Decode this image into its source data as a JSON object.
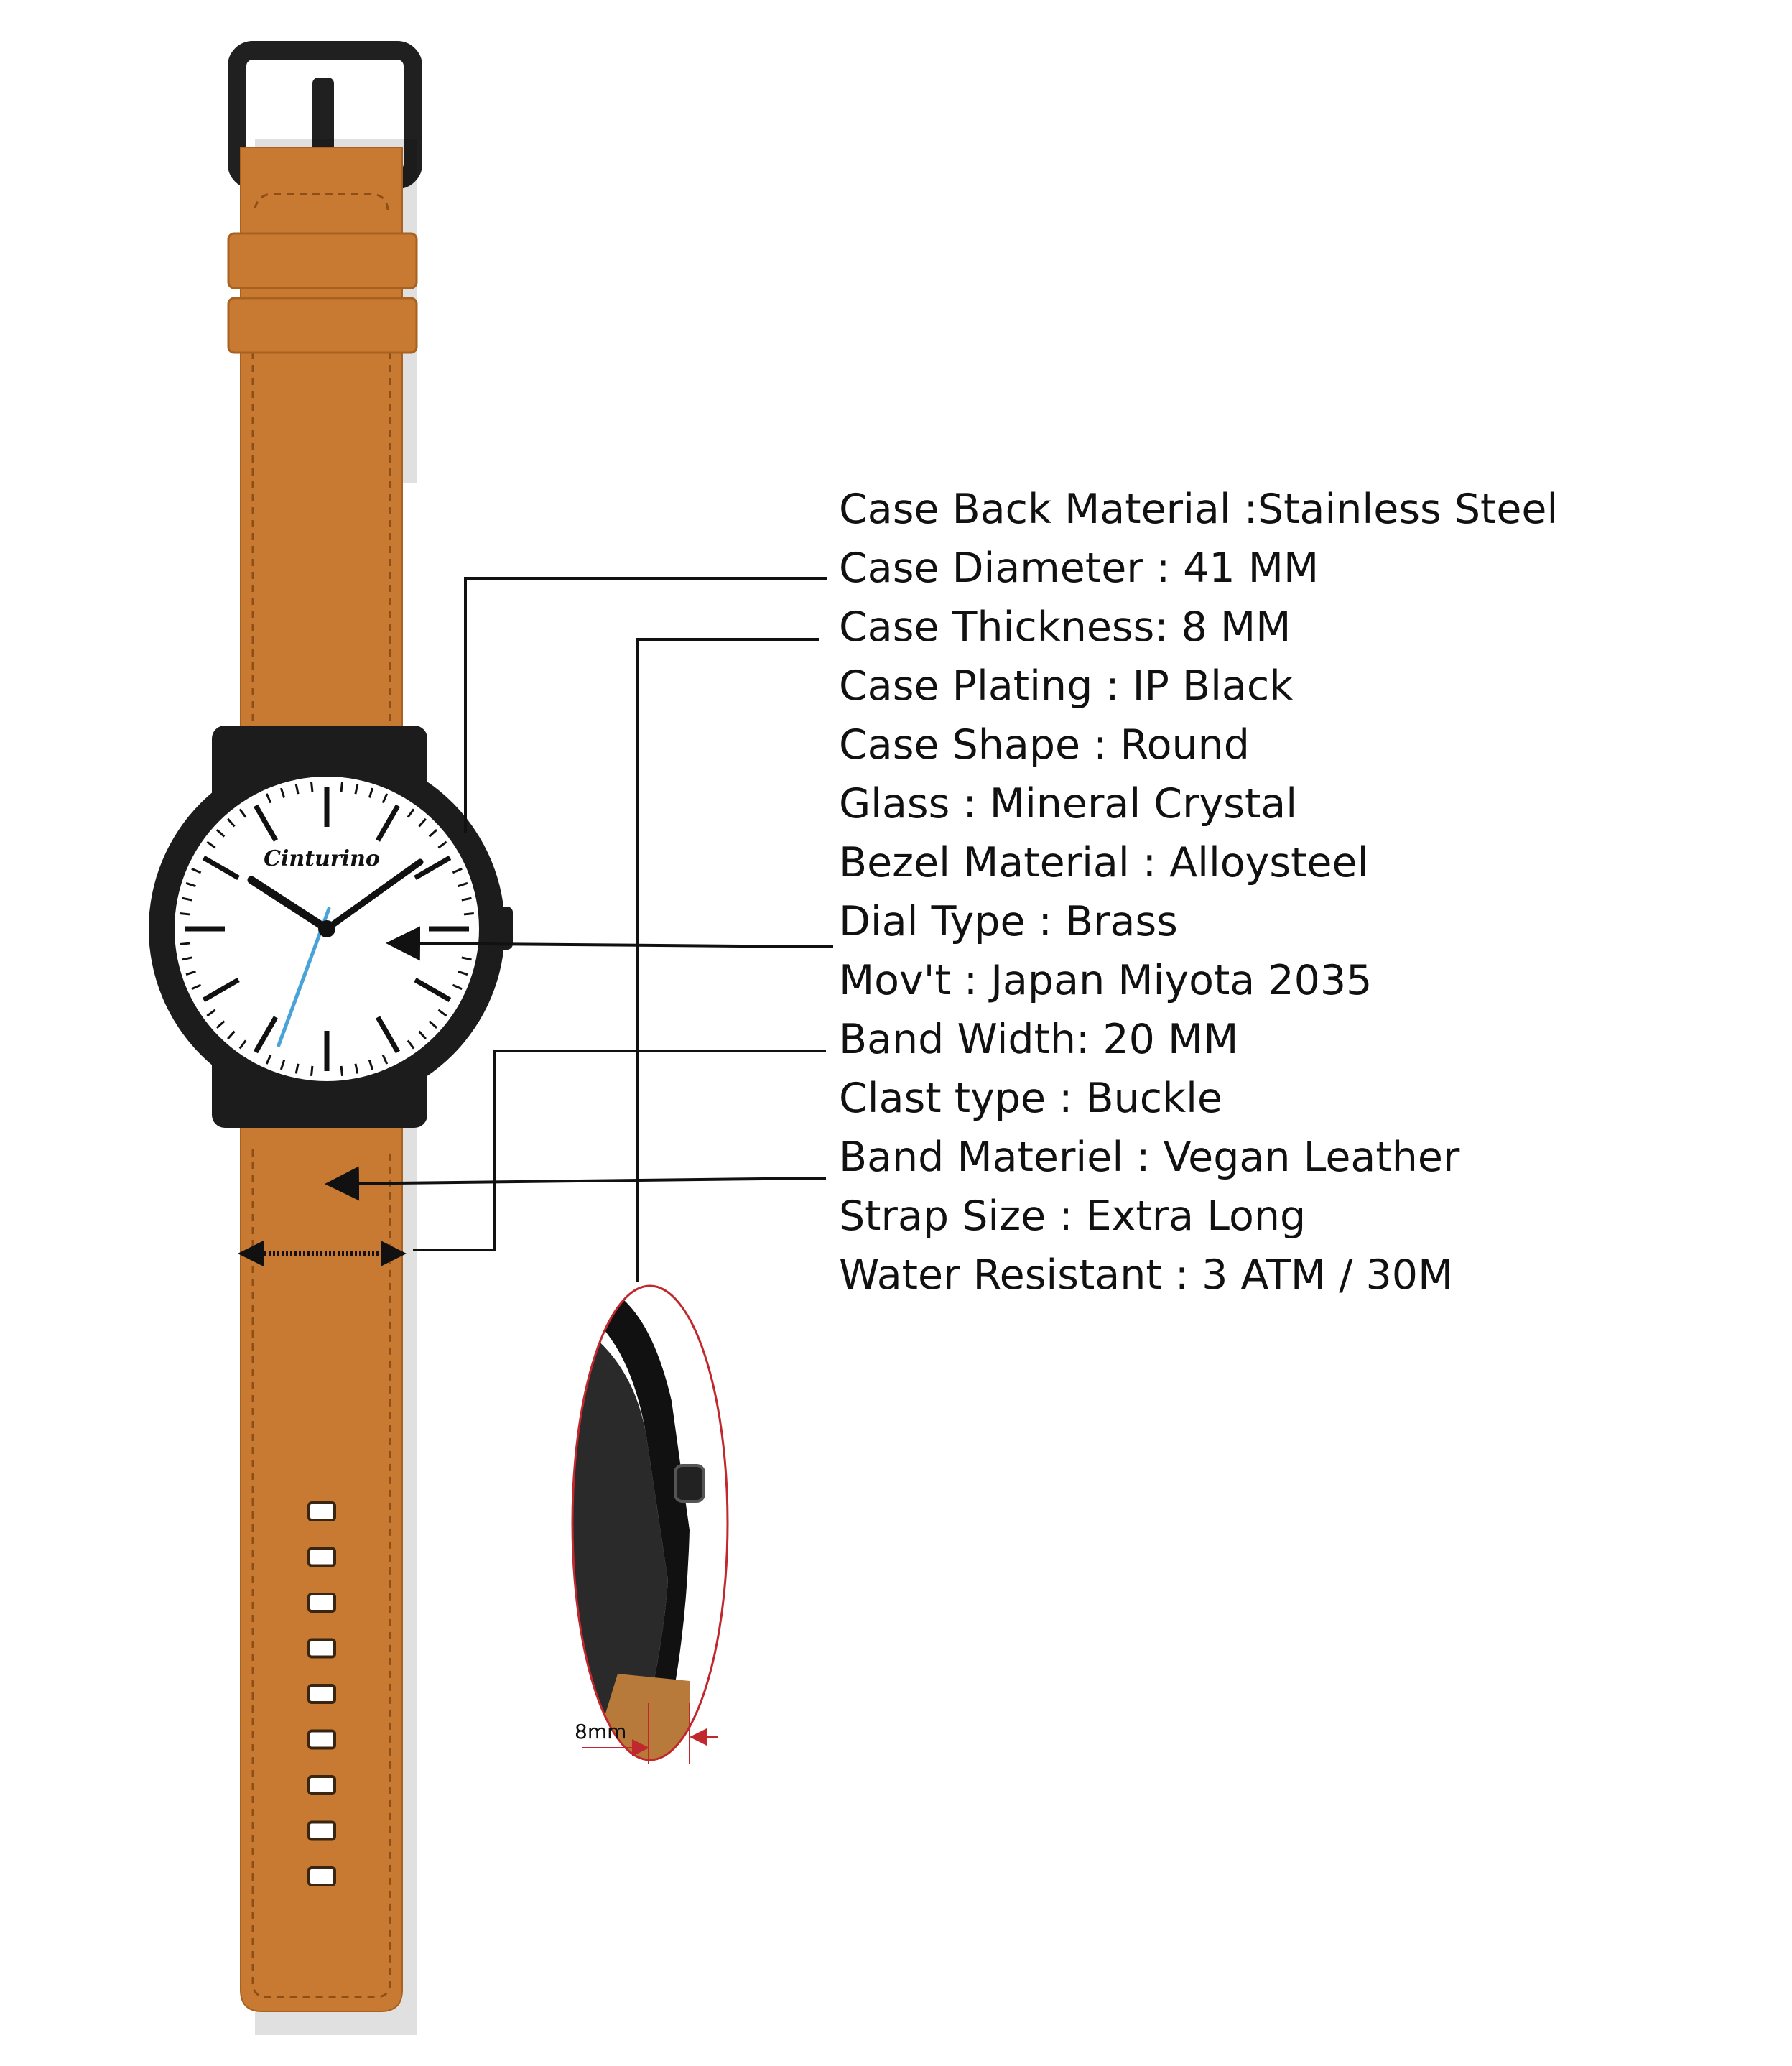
{
  "watch": {
    "brand": "Cinturino",
    "thickness_label": "8mm",
    "colors": {
      "strap": "#c87a32",
      "case": "#1c1c1c",
      "dial": "#ffffff",
      "seconds_hand": "#4aa3d8",
      "callout_lines": "#111111",
      "side_view_outline": "#c0282d"
    }
  },
  "specs": [
    "Case Back Material :Stainless Steel",
    "Case Diameter : 41 MM",
    "Case Thickness: 8 MM",
    "Case Plating : IP Black",
    "Case Shape : Round",
    "Glass : Mineral Crystal",
    "Bezel Material : Alloysteel",
    "Dial Type : Brass",
    "Mov't : Japan Miyota 2035",
    "Band Width: 20 MM",
    "Clast type : Buckle",
    "Band Materiel : Vegan Leather",
    "Strap Size : Extra Long",
    "Water Resistant : 3 ATM / 30M"
  ]
}
